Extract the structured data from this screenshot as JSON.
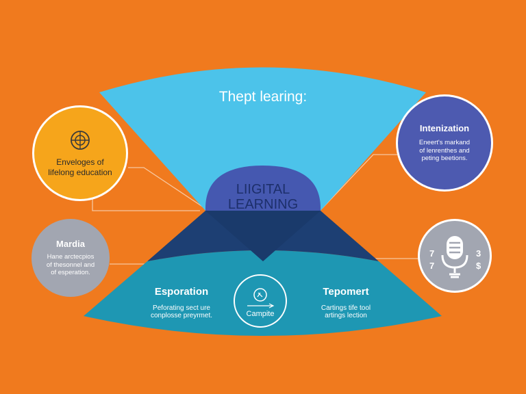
{
  "top_funnel": {
    "title": "Thept learing:"
  },
  "center_dome": {
    "line1": "LIIGITAL",
    "line2": "LEARNING"
  },
  "bottom_band": {
    "left": {
      "title": "Esporation",
      "line1": "Peforating sect ure",
      "line2": "conplosse preyrmet."
    },
    "right": {
      "title": "Tepomert",
      "line1": "Cartings tife tool",
      "line2": "artings lection"
    },
    "center": {
      "label": "Campite"
    }
  },
  "bubbles": {
    "top_left": {
      "line1": "Enveloges of",
      "line2": "lifelong education",
      "icon": "globe-icon"
    },
    "top_right": {
      "title": "Intenization",
      "line1": "Eneert's markand",
      "line2": "of lenrenthes and",
      "line3": "peting beetions."
    },
    "mid_left": {
      "title": "Mardia",
      "line1": "Hane arctecpios",
      "line2": "of thesonnel and",
      "line3": "of esperation."
    },
    "mid_right": {
      "icon": "microphone-icon",
      "num_tl": "7",
      "num_bl": "7",
      "num_r": "3",
      "sym": "$"
    }
  },
  "colors": {
    "background": "#F07A1E",
    "funnel": "#4CC3EA",
    "dome": "#4558B0",
    "navy": "#1D3F73",
    "band": "#1E97B3",
    "gold": "#F6A51B",
    "indigo": "#4D5AB0",
    "gray": "#A2A6B1"
  }
}
